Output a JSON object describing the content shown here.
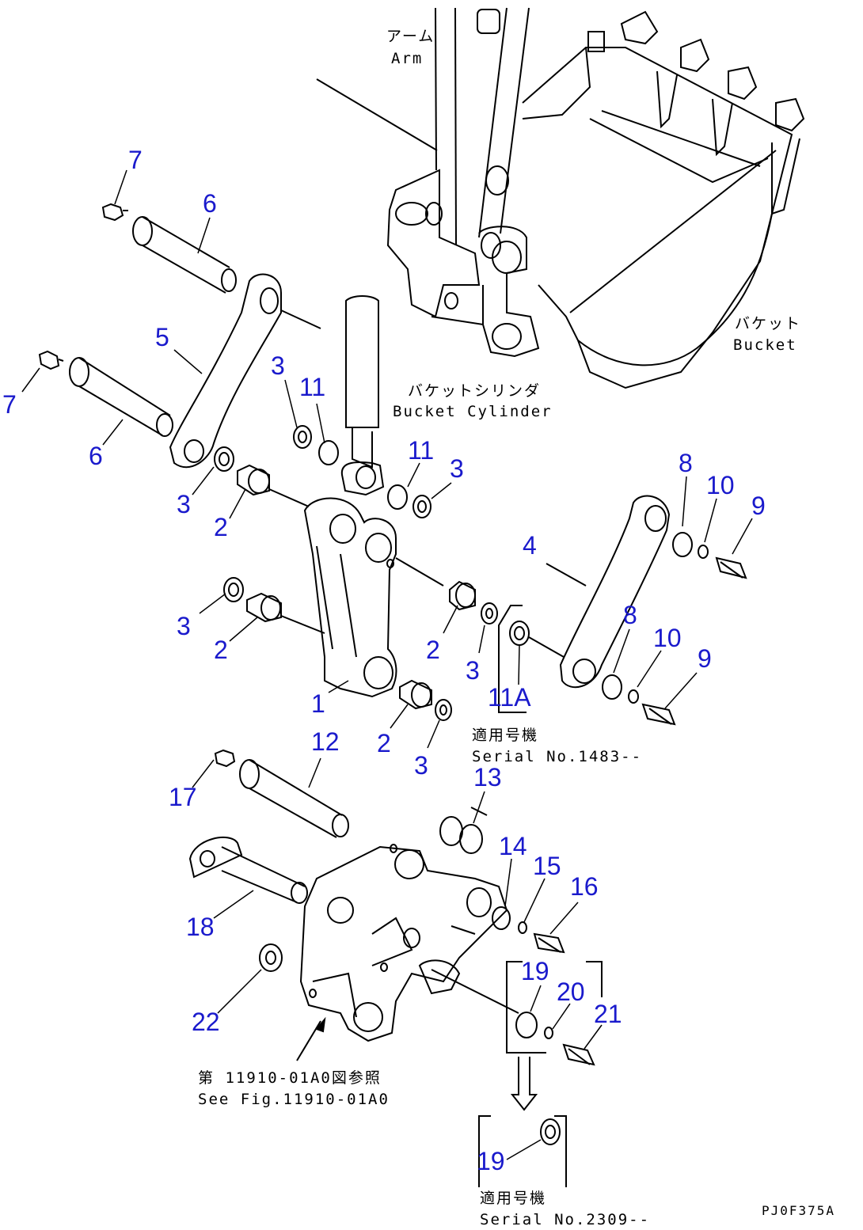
{
  "captions": {
    "arm_jp": "アーム",
    "arm_en": "Arm",
    "bucket_jp": "バケット",
    "bucket_en": "Bucket",
    "cylinder_jp": "バケットシリンダ",
    "cylinder_en": "Bucket Cylinder",
    "serial1_jp": "適用号機",
    "serial1_en": "Serial No.1483--",
    "see_fig_jp": "第 11910-01A0図参照",
    "see_fig_en": "See Fig.11910-01A0",
    "serial2_jp": "適用号機",
    "serial2_en": "Serial No.2309--",
    "drawing_code": "PJ0F375A"
  },
  "callouts": [
    {
      "id": "c7a",
      "label": "7"
    },
    {
      "id": "c6a",
      "label": "6"
    },
    {
      "id": "c5",
      "label": "5"
    },
    {
      "id": "c7b",
      "label": "7"
    },
    {
      "id": "c6b",
      "label": "6"
    },
    {
      "id": "c3a",
      "label": "3"
    },
    {
      "id": "c11a",
      "label": "11"
    },
    {
      "id": "c11b",
      "label": "11"
    },
    {
      "id": "c3b",
      "label": "3"
    },
    {
      "id": "c3c",
      "label": "3"
    },
    {
      "id": "c2a",
      "label": "2"
    },
    {
      "id": "c8a",
      "label": "8"
    },
    {
      "id": "c10a",
      "label": "10"
    },
    {
      "id": "c9a",
      "label": "9"
    },
    {
      "id": "c4",
      "label": "4"
    },
    {
      "id": "c3d",
      "label": "3"
    },
    {
      "id": "c2b",
      "label": "2"
    },
    {
      "id": "c2c",
      "label": "2"
    },
    {
      "id": "c8b",
      "label": "8"
    },
    {
      "id": "c10b",
      "label": "10"
    },
    {
      "id": "c3e",
      "label": "3"
    },
    {
      "id": "c11A",
      "label": "11A"
    },
    {
      "id": "c9b",
      "label": "9"
    },
    {
      "id": "c1",
      "label": "1"
    },
    {
      "id": "c2d",
      "label": "2"
    },
    {
      "id": "c3f",
      "label": "3"
    },
    {
      "id": "c12",
      "label": "12"
    },
    {
      "id": "c13",
      "label": "13"
    },
    {
      "id": "c17",
      "label": "17"
    },
    {
      "id": "c14",
      "label": "14"
    },
    {
      "id": "c15",
      "label": "15"
    },
    {
      "id": "c16",
      "label": "16"
    },
    {
      "id": "c18",
      "label": "18"
    },
    {
      "id": "c19a",
      "label": "19"
    },
    {
      "id": "c20",
      "label": "20"
    },
    {
      "id": "c21",
      "label": "21"
    },
    {
      "id": "c22",
      "label": "22"
    },
    {
      "id": "c19b",
      "label": "19"
    }
  ]
}
